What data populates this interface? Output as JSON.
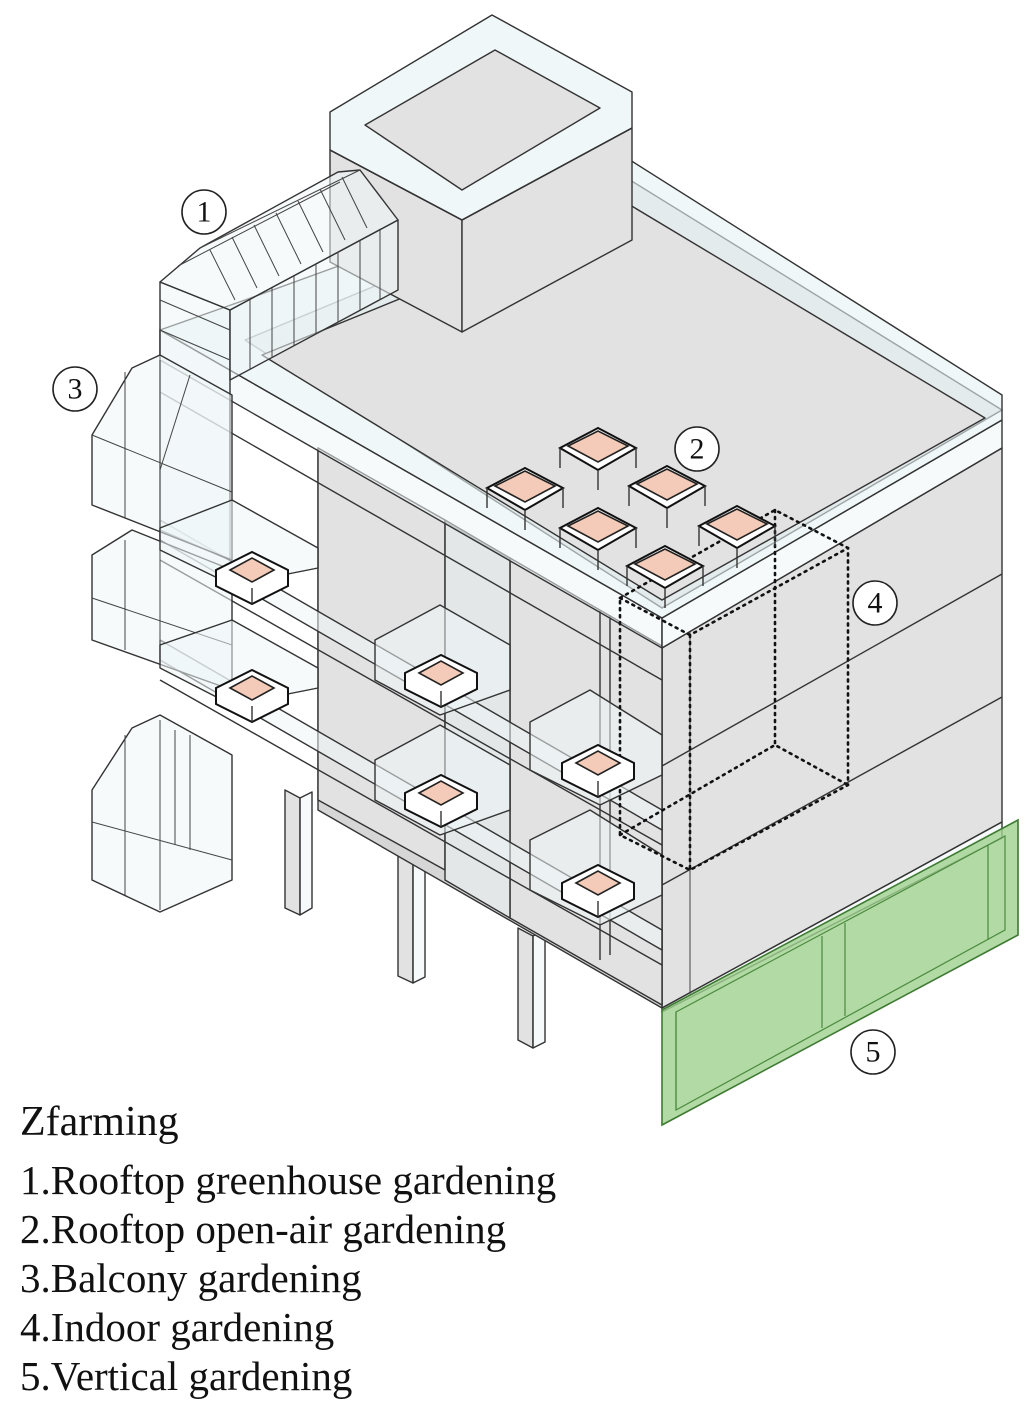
{
  "legend": {
    "title": "Zfarming",
    "items": [
      "1.Rooftop greenhouse gardening",
      "2.Rooftop open-air gardening",
      "3.Balcony gardening",
      "4.Indoor gardening",
      "5.Vertical gardening"
    ]
  },
  "markers": [
    "1",
    "2",
    "3",
    "4",
    "5"
  ],
  "colors": {
    "planter": "#f3cbb8",
    "vertical_garden": "#9fd18f",
    "building": "#e2e2e2",
    "glass": "#eef6f8"
  }
}
